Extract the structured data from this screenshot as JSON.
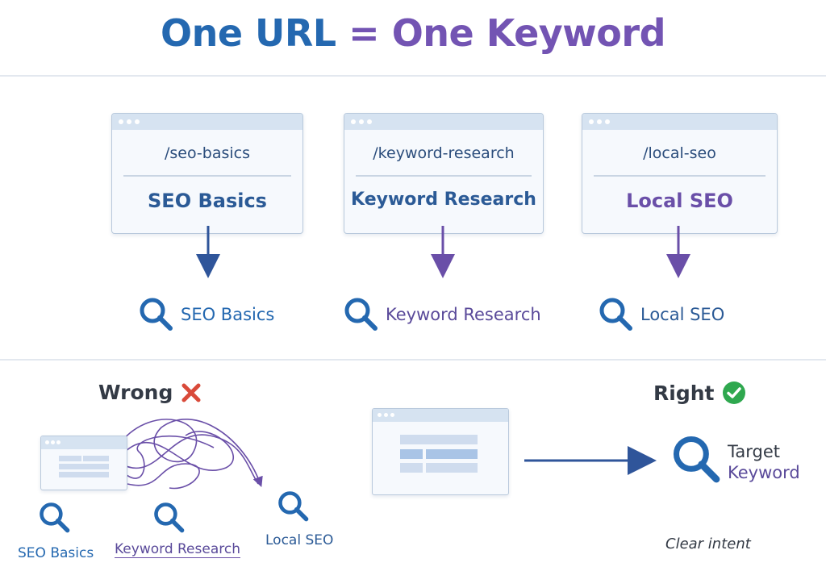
{
  "title": {
    "part1": "One URL",
    "part2": " = ",
    "part3": "One Keyword"
  },
  "colors": {
    "blue": "#2468b0",
    "purple": "#7354b3",
    "red": "#d94a3a",
    "green": "#2fa84f",
    "gray_text": "#333a45"
  },
  "pages": [
    {
      "url": "/seo-basics",
      "title": "SEO Basics",
      "keyword": "SEO Basics"
    },
    {
      "url": "/keyword-research",
      "title": "Keyword Research",
      "keyword": "Keyword Research"
    },
    {
      "url": "/local-seo",
      "title": "Local SEO",
      "keyword": "Local SEO"
    }
  ],
  "wrong": {
    "label": "Wrong",
    "icon": "cross-icon",
    "keywords": [
      "SEO Basics",
      "Keyword Research",
      "Local SEO"
    ]
  },
  "right": {
    "label": "Right",
    "icon": "check-circle-icon",
    "target_line1": "Target",
    "target_line2": "Keyword",
    "caption": "Clear intent"
  }
}
